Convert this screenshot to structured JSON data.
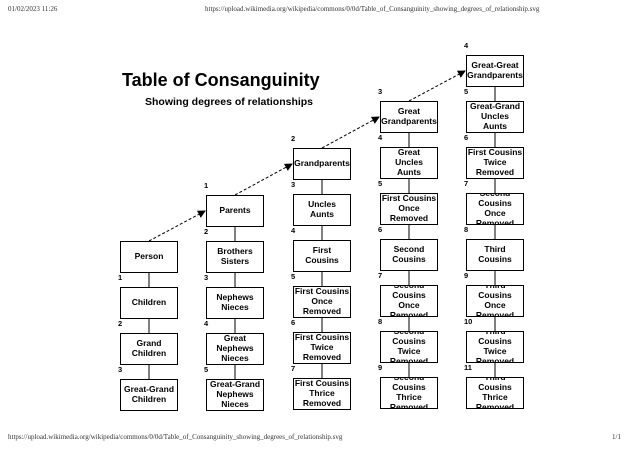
{
  "browser": {
    "datetime": "01/02/2023 11:26",
    "url": "https://upload.wikimedia.org/wikipedia/commons/0/0d/Table_of_Consanguinity_showing_degrees_of_relationship.svg",
    "footer_url": "https://upload.wikimedia.org/wikipedia/commons/0/0d/Table_of_Consanguinity_showing_degrees_of_relationship.svg",
    "page_number": "1/1"
  },
  "diagram": {
    "title": "Table of Consanguinity",
    "subtitle": "Showing degrees of relationships",
    "line_color": "#000000",
    "nodes": [
      {
        "id": "person",
        "label": "Person",
        "degree": ""
      },
      {
        "id": "children",
        "label": "Children",
        "degree": "1"
      },
      {
        "id": "grand-children",
        "label": "Grand\nChildren",
        "degree": "2"
      },
      {
        "id": "great-grand-children",
        "label": "Great-Grand\nChildren",
        "degree": "3"
      },
      {
        "id": "parents",
        "label": "Parents",
        "degree": "1"
      },
      {
        "id": "brothers-sisters",
        "label": "Brothers\nSisters",
        "degree": "2"
      },
      {
        "id": "nephews-nieces",
        "label": "Nephews\nNieces",
        "degree": "3"
      },
      {
        "id": "great-nephews-nieces",
        "label": "Great\nNephews\nNieces",
        "degree": "4"
      },
      {
        "id": "great-grand-nephews-nieces",
        "label": "Great-Grand\nNephews\nNieces",
        "degree": "5"
      },
      {
        "id": "grandparents",
        "label": "Grandparents",
        "degree": "2"
      },
      {
        "id": "uncles-aunts",
        "label": "Uncles\nAunts",
        "degree": "3"
      },
      {
        "id": "first-cousins",
        "label": "First\nCousins",
        "degree": "4"
      },
      {
        "id": "first-cousins-once-removed",
        "label": "First Cousins\nOnce Removed",
        "degree": "5"
      },
      {
        "id": "first-cousins-twice-removed",
        "label": "First Cousins\nTwice Removed",
        "degree": "6"
      },
      {
        "id": "first-cousins-thrice-removed",
        "label": "First Cousins\nThrice Removed",
        "degree": "7"
      },
      {
        "id": "great-grandparents",
        "label": "Great\nGrandparents",
        "degree": "3"
      },
      {
        "id": "great-uncles-aunts",
        "label": "Great\nUncles\nAunts",
        "degree": "4"
      },
      {
        "id": "first-cousins-once-removed-2",
        "label": "First Cousins\nOnce Removed",
        "degree": "5"
      },
      {
        "id": "second-cousins",
        "label": "Second\nCousins",
        "degree": "6"
      },
      {
        "id": "second-cousins-once-removed",
        "label": "Second Cousins\nOnce Removed",
        "degree": "7"
      },
      {
        "id": "second-cousins-twice-removed",
        "label": "Second Cousins\nTwice Removed",
        "degree": "8"
      },
      {
        "id": "second-cousins-thrice-removed",
        "label": "Second Cousins\nThrice Removed",
        "degree": "9"
      },
      {
        "id": "great-great-grandparents",
        "label": "Great-Great\nGrandparents",
        "degree": "4"
      },
      {
        "id": "great-grand-uncles-aunts",
        "label": "Great-Grand\nUncles\nAunts",
        "degree": "5"
      },
      {
        "id": "first-cousins-twice-removed-2",
        "label": "First Cousins\nTwice Removed",
        "degree": "6"
      },
      {
        "id": "second-cousins-once-removed-2",
        "label": "Second Cousins\nOnce Removed",
        "degree": "7"
      },
      {
        "id": "third-cousins",
        "label": "Third\nCousins",
        "degree": "8"
      },
      {
        "id": "third-cousins-once-removed",
        "label": "Third Cousins\nOnce Removed",
        "degree": "9"
      },
      {
        "id": "third-cousins-twice-removed",
        "label": "Third Cousins\nTwice Removed",
        "degree": "10"
      },
      {
        "id": "third-cousins-thrice-removed",
        "label": "Third Cousins\nThrice Removed",
        "degree": "11"
      }
    ],
    "ancestor_chain": [
      "person",
      "parents",
      "grandparents",
      "great-grandparents",
      "great-great-grandparents"
    ],
    "columns": [
      [
        "person",
        "children",
        "grand-children",
        "great-grand-children"
      ],
      [
        "parents",
        "brothers-sisters",
        "nephews-nieces",
        "great-nephews-nieces",
        "great-grand-nephews-nieces"
      ],
      [
        "grandparents",
        "uncles-aunts",
        "first-cousins",
        "first-cousins-once-removed",
        "first-cousins-twice-removed",
        "first-cousins-thrice-removed"
      ],
      [
        "great-grandparents",
        "great-uncles-aunts",
        "first-cousins-once-removed-2",
        "second-cousins",
        "second-cousins-once-removed",
        "second-cousins-twice-removed",
        "second-cousins-thrice-removed"
      ],
      [
        "great-great-grandparents",
        "great-grand-uncles-aunts",
        "first-cousins-twice-removed-2",
        "second-cousins-once-removed-2",
        "third-cousins",
        "third-cousins-once-removed",
        "third-cousins-twice-removed",
        "third-cousins-thrice-removed"
      ]
    ]
  }
}
